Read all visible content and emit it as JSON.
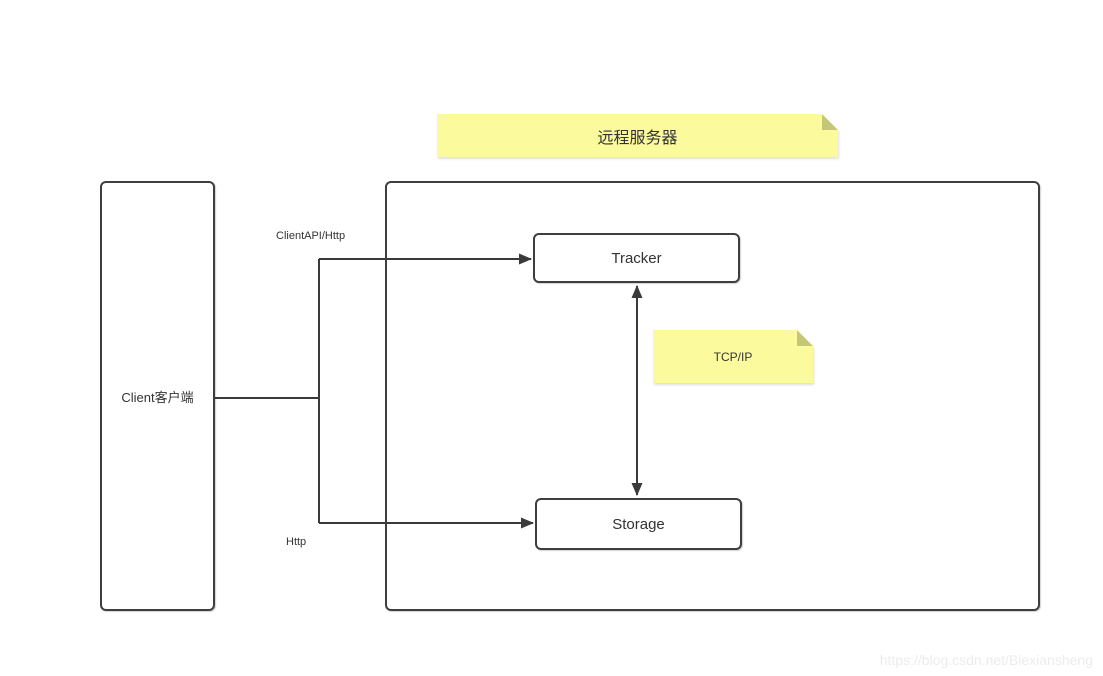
{
  "title_note": {
    "text": "远程服务器"
  },
  "nodes": {
    "client": {
      "label": "Client客户端"
    },
    "tracker": {
      "label": "Tracker"
    },
    "storage": {
      "label": "Storage"
    }
  },
  "notes": {
    "tcp_ip": {
      "text": "TCP/IP"
    }
  },
  "edge_labels": {
    "client_tracker": "ClientAPI/Http",
    "client_storage": "Http"
  },
  "watermark": {
    "text": "https://blog.csdn.net/Biexiansheng"
  },
  "colors": {
    "note_fill": "#FBFB9E",
    "note_fold": "#C6C678",
    "box_border": "#3E3E3E",
    "connector": "#3A3A3A",
    "watermark": "#ECECEC",
    "text": "#333333",
    "background": "#FFFFFF"
  }
}
